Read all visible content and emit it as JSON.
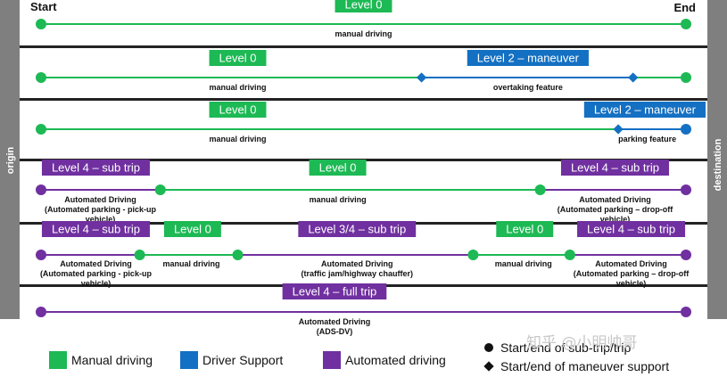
{
  "colors": {
    "manual": "#1db954",
    "support": "#1470c2",
    "automated": "#7030a0",
    "sidebar": "#7f7f7f",
    "divider": "#222222"
  },
  "header": {
    "start": "Start",
    "end": "End"
  },
  "side_labels": {
    "left": "origin",
    "right": "destination"
  },
  "rows": [
    {
      "segments": [
        {
          "from": 0,
          "to": 1,
          "color": "manual"
        }
      ],
      "markers": [
        {
          "pos": 0,
          "shape": "circle",
          "color": "manual"
        },
        {
          "pos": 1,
          "shape": "circle",
          "color": "manual"
        }
      ],
      "boxes": [
        {
          "text": "Level 0",
          "color": "manual",
          "pos": 0.5
        }
      ],
      "captions": [
        {
          "lines": [
            "manual driving"
          ],
          "pos": 0.5
        }
      ]
    },
    {
      "segments": [
        {
          "from": 0,
          "to": 0.59,
          "color": "manual"
        },
        {
          "from": 0.59,
          "to": 0.918,
          "color": "support"
        },
        {
          "from": 0.918,
          "to": 1,
          "color": "manual"
        }
      ],
      "markers": [
        {
          "pos": 0,
          "shape": "circle",
          "color": "manual"
        },
        {
          "pos": 0.59,
          "shape": "diamond",
          "color": "support"
        },
        {
          "pos": 0.918,
          "shape": "diamond",
          "color": "support"
        },
        {
          "pos": 1,
          "shape": "circle",
          "color": "manual"
        }
      ],
      "boxes": [
        {
          "text": "Level 0",
          "color": "manual",
          "pos": 0.305
        },
        {
          "text": "Level 2 – maneuver",
          "color": "support",
          "pos": 0.755
        }
      ],
      "captions": [
        {
          "lines": [
            "manual driving"
          ],
          "pos": 0.305
        },
        {
          "lines": [
            "overtaking feature"
          ],
          "pos": 0.755
        }
      ]
    },
    {
      "segments": [
        {
          "from": 0,
          "to": 0.895,
          "color": "manual"
        },
        {
          "from": 0.895,
          "to": 1,
          "color": "support"
        }
      ],
      "markers": [
        {
          "pos": 0,
          "shape": "circle",
          "color": "manual"
        },
        {
          "pos": 0.895,
          "shape": "diamond",
          "color": "support"
        },
        {
          "pos": 1,
          "shape": "circle",
          "color": "support"
        }
      ],
      "boxes": [
        {
          "text": "Level 0",
          "color": "manual",
          "pos": 0.305
        },
        {
          "text": "Level 2 – maneuver",
          "color": "support",
          "pos": 0.94
        }
      ],
      "captions": [
        {
          "lines": [
            "manual driving"
          ],
          "pos": 0.305
        },
        {
          "lines": [
            "parking feature"
          ],
          "pos": 0.94
        }
      ]
    },
    {
      "segments": [
        {
          "from": 0,
          "to": 0.185,
          "color": "automated"
        },
        {
          "from": 0.185,
          "to": 0.774,
          "color": "manual"
        },
        {
          "from": 0.774,
          "to": 1,
          "color": "automated"
        }
      ],
      "markers": [
        {
          "pos": 0,
          "shape": "circle",
          "color": "automated"
        },
        {
          "pos": 0.185,
          "shape": "circle",
          "color": "manual"
        },
        {
          "pos": 0.774,
          "shape": "circle",
          "color": "manual"
        },
        {
          "pos": 1,
          "shape": "circle",
          "color": "automated"
        }
      ],
      "boxes": [
        {
          "text": "Level 4 – sub trip",
          "color": "automated",
          "pos": 0.085
        },
        {
          "text": "Level 0",
          "color": "manual",
          "pos": 0.46
        },
        {
          "text": "Level 4 – sub trip",
          "color": "automated",
          "pos": 0.89
        }
      ],
      "captions": [
        {
          "lines": [
            "Automated Driving",
            "(Automated parking - pick-up",
            "vehicle)"
          ],
          "pos": 0.092
        },
        {
          "lines": [
            "manual driving"
          ],
          "pos": 0.46
        },
        {
          "lines": [
            "Automated Driving",
            "(Automated parking – drop-off",
            "vehicle)"
          ],
          "pos": 0.89
        }
      ]
    },
    {
      "segments": [
        {
          "from": 0,
          "to": 0.153,
          "color": "automated"
        },
        {
          "from": 0.153,
          "to": 0.305,
          "color": "manual"
        },
        {
          "from": 0.305,
          "to": 0.67,
          "color": "automated"
        },
        {
          "from": 0.67,
          "to": 0.82,
          "color": "manual"
        },
        {
          "from": 0.82,
          "to": 1,
          "color": "automated"
        }
      ],
      "markers": [
        {
          "pos": 0,
          "shape": "circle",
          "color": "automated"
        },
        {
          "pos": 0.153,
          "shape": "circle",
          "color": "manual"
        },
        {
          "pos": 0.305,
          "shape": "circle",
          "color": "manual"
        },
        {
          "pos": 0.67,
          "shape": "circle",
          "color": "manual"
        },
        {
          "pos": 0.82,
          "shape": "circle",
          "color": "manual"
        },
        {
          "pos": 1,
          "shape": "circle",
          "color": "automated"
        }
      ],
      "boxes": [
        {
          "text": "Level 4 – sub trip",
          "color": "automated",
          "pos": 0.085
        },
        {
          "text": "Level 0",
          "color": "manual",
          "pos": 0.235
        },
        {
          "text": "Level 3/4 – sub trip",
          "color": "automated",
          "pos": 0.49
        },
        {
          "text": "Level 0",
          "color": "manual",
          "pos": 0.75
        },
        {
          "text": "Level 4 – sub trip",
          "color": "automated",
          "pos": 0.915
        }
      ],
      "captions": [
        {
          "lines": [
            "Automated Driving",
            "(Automated parking - pick-up",
            "vehicle)"
          ],
          "pos": 0.085
        },
        {
          "lines": [
            "manual driving"
          ],
          "pos": 0.233
        },
        {
          "lines": [
            "Automated Driving",
            "(traffic jam/highway chauffer)"
          ],
          "pos": 0.49
        },
        {
          "lines": [
            "manual driving"
          ],
          "pos": 0.748
        },
        {
          "lines": [
            "Automated Driving",
            "(Automated parking – drop-off",
            "vehicle)"
          ],
          "pos": 0.915
        }
      ]
    },
    {
      "segments": [
        {
          "from": 0,
          "to": 1,
          "color": "automated"
        }
      ],
      "markers": [
        {
          "pos": 0,
          "shape": "circle",
          "color": "automated"
        },
        {
          "pos": 1,
          "shape": "circle",
          "color": "automated"
        }
      ],
      "boxes": [
        {
          "text": "Level 4 – full trip",
          "color": "automated",
          "pos": 0.455
        }
      ],
      "captions": [
        {
          "lines": [
            "Automated Driving",
            "(ADS-DV)"
          ],
          "pos": 0.455
        }
      ]
    }
  ],
  "legend": [
    {
      "label": "Manual driving",
      "color": "manual"
    },
    {
      "label": "Driver Support",
      "color": "support"
    },
    {
      "label": "Automated driving",
      "color": "automated"
    }
  ],
  "key": [
    {
      "shape": "circle",
      "label": "Start/end of sub-trip/trip"
    },
    {
      "shape": "diamond",
      "label": "Start/end of maneuver support"
    }
  ],
  "watermark": "知乎 @小明帅哥"
}
